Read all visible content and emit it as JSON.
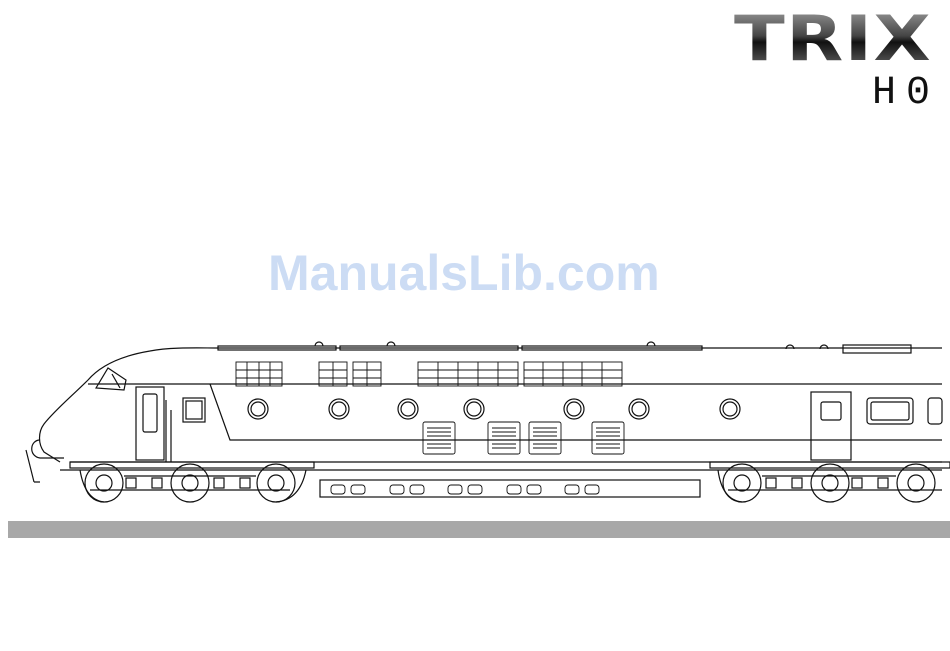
{
  "brand": {
    "logo_text": "TRIX",
    "scale": "H0"
  },
  "watermark": {
    "text": "ManualsLib.com"
  },
  "illustration": {
    "subject": "locomotive-line-drawing"
  },
  "colors": {
    "rail": "#a8a8a8",
    "watermark": "#c7d9f3",
    "line": "#111111"
  }
}
